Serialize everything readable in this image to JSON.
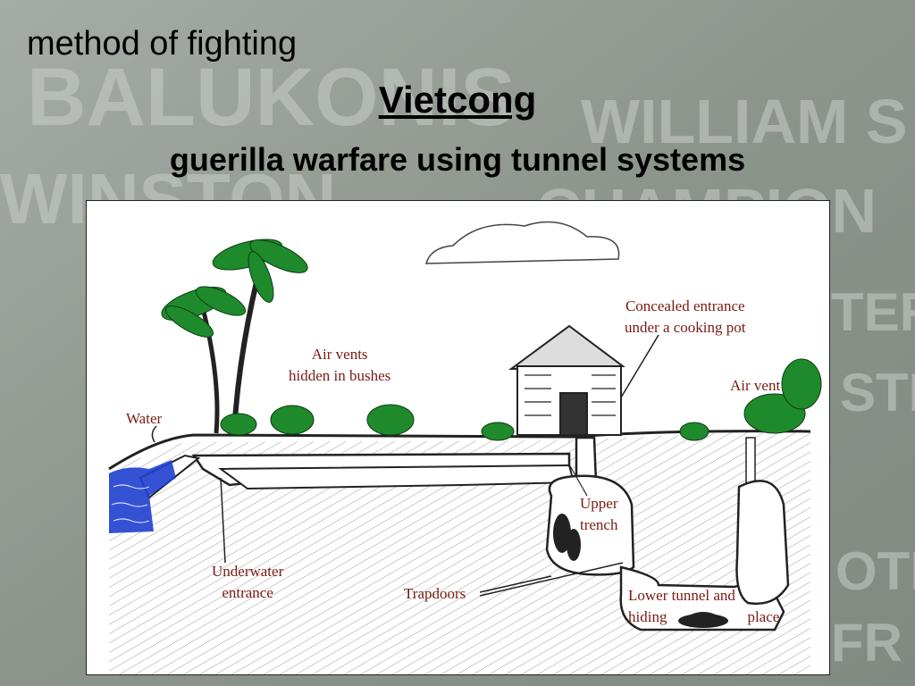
{
  "slide": {
    "heading": "method of fighting",
    "title": "Vietcong",
    "subtitle": "guerilla warfare using tunnel systems"
  },
  "background": {
    "memorial_words": [
      "BALUKONIS",
      "WILLIAM S",
      "WINSTON",
      "CHAMPION",
      "TERS",
      "STEPH",
      "OTE",
      "FR"
    ]
  },
  "diagram": {
    "labels": {
      "concealed_entrance": "Concealed entrance under a cooking pot",
      "concealed_entrance_line1": "Concealed entrance",
      "concealed_entrance_line2": "under a cooking pot",
      "air_vents_line1": "Air vents",
      "air_vents_line2": "hidden in bushes",
      "air_vent": "Air vent",
      "water": "Water",
      "upper_trench_line1": "Upper",
      "upper_trench_line2": "trench",
      "underwater_line1": "Underwater",
      "underwater_line2": "entrance",
      "trapdoors": "Trapdoors",
      "lower_tunnel_line1": "Lower tunnel and",
      "lower_tunnel_line2a": "hiding",
      "lower_tunnel_line2b": "place"
    },
    "colors": {
      "label": "#7a1a12",
      "foliage": "#1f8a2b",
      "water": "#1f3fd0",
      "ink": "#222222"
    }
  }
}
